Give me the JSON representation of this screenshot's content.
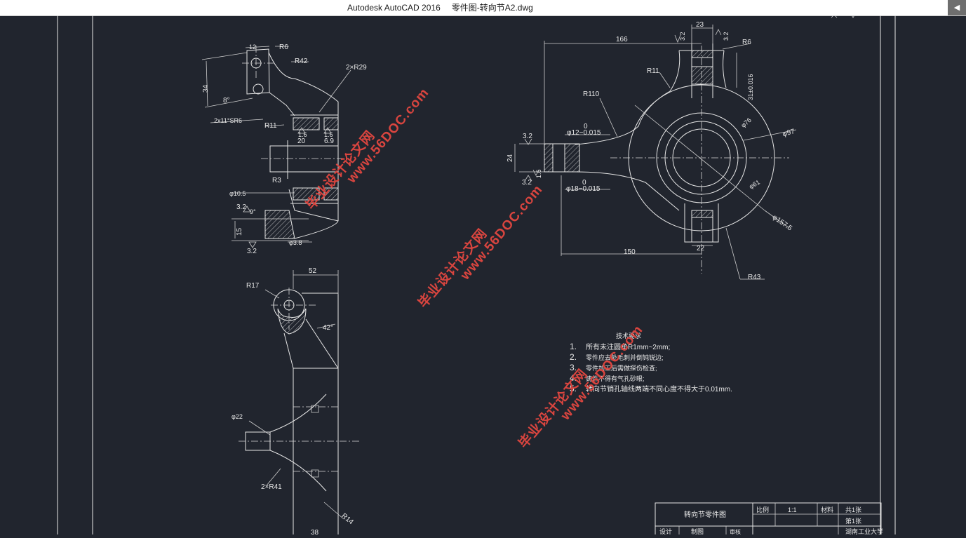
{
  "window": {
    "app_title": "Autodesk AutoCAD 2016",
    "file_title": "零件图-转向节A2.dwg",
    "scroll_arrow": "◀"
  },
  "colors": {
    "background": "#21252e",
    "lines": "#e6e6e6",
    "watermark": "#d9453f"
  },
  "watermark": {
    "cn": "毕业设计论文网",
    "url": "www.56DOC.com"
  },
  "drawing": {
    "view1": {
      "dims": [
        "12",
        "R6",
        "R42",
        "2×R29",
        "34",
        "8°",
        "2x11°SR6",
        "R11",
        "1.6",
        "20",
        "1.6",
        "6.9",
        "R3",
        "φ10.5",
        "3.2",
        "9°",
        "15",
        "3.2",
        "φ3.8"
      ]
    },
    "view2": {
      "dims": [
        "23",
        "3.2",
        "3.2",
        "166",
        "R6",
        "R11",
        "31±0.016",
        "R110",
        "0",
        "φ12−0.015",
        "3.2",
        "φ76",
        "φ97",
        "24",
        "1.6",
        "3.2",
        "0",
        "φ18−0.015",
        "φ61",
        "φ157.5",
        "150",
        "22",
        "R43"
      ]
    },
    "view3": {
      "dims": [
        "52",
        "R17",
        "42°",
        "φ22",
        "2×R41",
        "R14",
        "38"
      ]
    },
    "notes": {
      "title": "技术要求",
      "items": [
        {
          "num": "1.",
          "text": "所有未注圆角R1mm~2mm;"
        },
        {
          "num": "2.",
          "text": "零件应去处毛刺并倒钝锐边;"
        },
        {
          "num": "3.",
          "text": "零件加工后需做探伤检查;"
        },
        {
          "num": "4.",
          "text": "铸件不得有气孔砂眼;"
        },
        {
          "num": "5.",
          "text": "转向节销孔轴线两端不同心度不得大于0.01mm."
        }
      ]
    },
    "title_block": {
      "name": "转向节零件图",
      "scale_label": "比例",
      "scale": "1:1",
      "page_label": "共1张",
      "page2": "第1张",
      "material_label": "材料",
      "design_label": "设计",
      "drawn_label": "制图",
      "check_label": "审核",
      "org": "湖南工业大学"
    }
  }
}
